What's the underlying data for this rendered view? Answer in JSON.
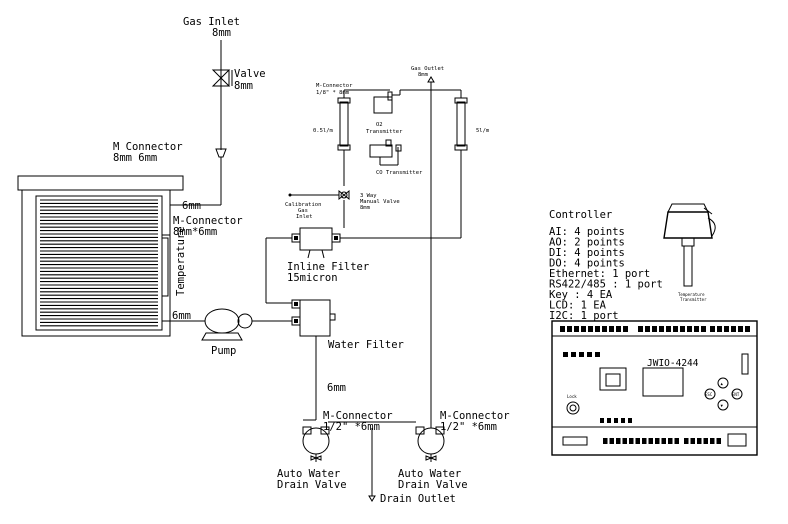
{
  "labels": {
    "gas_inlet": "Gas Inlet",
    "gas_inlet_size": "8mm",
    "valve": "Valve",
    "valve_size": "8mm",
    "m_connector_top": "M Connector",
    "m_connector_top_size": "8mm 6mm",
    "size_6mm_a": "6mm",
    "m_connector_mid": "M-Connector",
    "m_connector_mid_size": "8mm*6mm",
    "temperature": "Temperature",
    "size_6mm_b": "6mm",
    "pump": "Pump",
    "m_conn_small": "M-Connector",
    "m_conn_small_size": "1/8\" * 8mm",
    "o2_transmitter_1": "O2",
    "o2_transmitter_2": "Transmitter",
    "co_transmitter": "CO Transmitter",
    "flow_left": "0.5l/m",
    "flow_right": "5l/m",
    "gas_outlet": "Gas Outlet",
    "gas_outlet_size": "8mm",
    "calibration_1": "Calibration",
    "calibration_2": "Gas",
    "calibration_3": "Inlet",
    "three_way_1": "3 Way",
    "three_way_2": "Manual Valve",
    "three_way_3": "8mm",
    "inline_filter": "Inline Filter",
    "inline_filter_size": "15micron",
    "water_filter": "Water Filter",
    "size_6mm_c": "6mm",
    "m_conn_left": "M-Connector",
    "m_conn_left_size": "1/2\" *6mm",
    "m_conn_right": "M-Connector",
    "m_conn_right_size": "1/2\" *6mm",
    "drain_left_1": "Auto Water",
    "drain_left_2": "Drain Valve",
    "drain_right_1": "Auto Water",
    "drain_right_2": "Drain Valve",
    "drain_outlet": "Drain Outlet",
    "temp_probe_1": "Temperature",
    "temp_probe_2": "Transmitter"
  },
  "controller": {
    "title": "Controller",
    "specs": [
      "AI: 4 points",
      "AO: 2 points",
      "DI: 4 points",
      "DO: 4 points",
      "Ethernet: 1 port",
      "RS422/485 : 1 port",
      "Key : 4 EA",
      "LCD: 1 EA",
      "I2C: 1 port"
    ],
    "model": "JWIO-4244",
    "key_esc": "ESC",
    "key_ent": "ENT",
    "key_up": "▲",
    "key_down": "▼",
    "lock_label": "Lock"
  }
}
